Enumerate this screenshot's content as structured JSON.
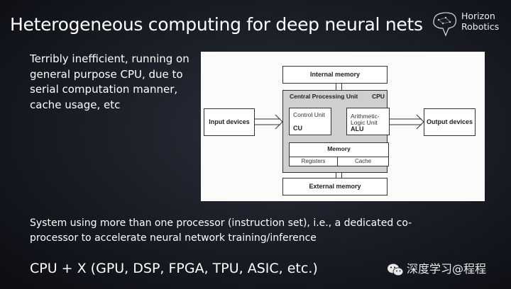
{
  "slide": {
    "title": "Heterogeneous computing for deep neural nets",
    "logo": {
      "line1": "Horizon",
      "line2": "Robotics",
      "icon": "brain-network-icon"
    },
    "bullet1": "Terribly inefficient, running on general purpose CPU, due to serial computation manner, cache usage, etc",
    "bullet2": "System using more than one processor (instruction set), i.e., a dedicated co-processor to accelerate neural network training/inference",
    "formula": "CPU + X (GPU, DSP, FPGA, TPU, ASIC, etc.)",
    "watermark": {
      "icon": "wechat-icon",
      "text": "深度学习@程程"
    }
  },
  "diagram": {
    "internal_memory": "Internal memory",
    "external_memory": "External memory",
    "input_devices": "Input devices",
    "output_devices": "Output devices",
    "cpu_title": "Central Processing Unit",
    "cpu_abbr": "CPU",
    "control_unit": "Control Unit",
    "control_unit_abbr": "CU",
    "alu_line1": "Arithmetic-",
    "alu_line2": "Logic Unit",
    "alu_abbr": "ALU",
    "memory": "Memory",
    "registers": "Registers",
    "cache": "Cache"
  }
}
